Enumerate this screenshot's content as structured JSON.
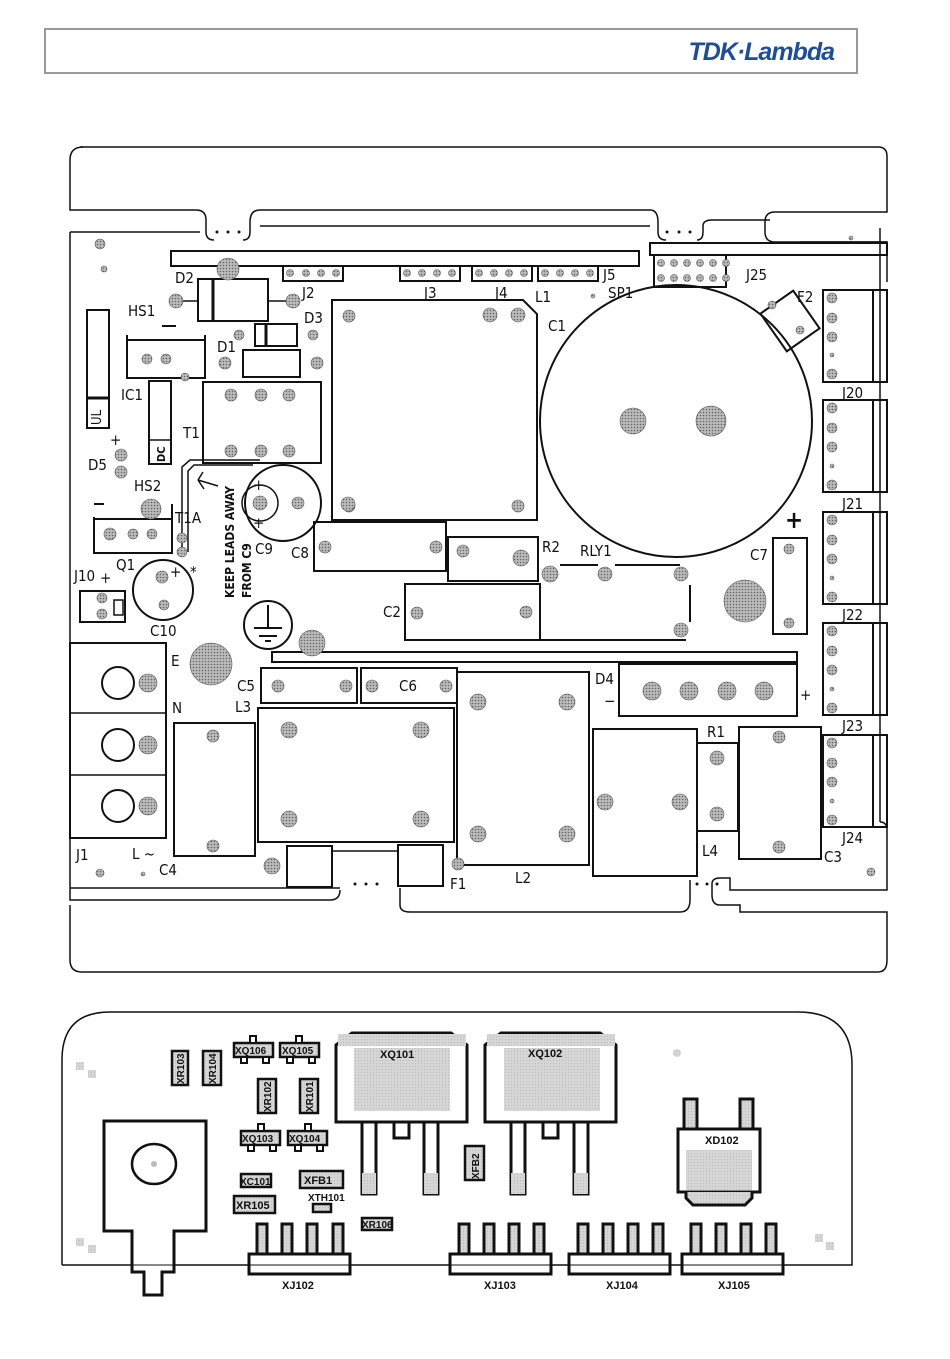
{
  "header": {
    "brand": "TDK·Lambda",
    "brand_color": "#1f4e96"
  },
  "top_board": {
    "connectors": {
      "J1": "J1",
      "J2": "J2",
      "J3": "J3",
      "J4": "J4",
      "J5": "J5",
      "J10": "J10",
      "J20": "J20",
      "J21": "J21",
      "J22": "J22",
      "J23": "J23",
      "J24": "J24",
      "J25": "J25"
    },
    "capacitors": {
      "C1": "C1",
      "C2": "C2",
      "C3": "C3",
      "C4": "C4",
      "C5": "C5",
      "C6": "C6",
      "C7": "C7",
      "C8": "C8",
      "C9": "C9",
      "C10": "C10"
    },
    "diodes": {
      "D1": "D1",
      "D2": "D2",
      "D3": "D3",
      "D4": "D4",
      "D5": "D5"
    },
    "inductors": {
      "L1": "L1",
      "L2": "L2",
      "L3": "L3",
      "L4": "L4"
    },
    "resistors": {
      "R1": "R1",
      "R2": "R2"
    },
    "misc": {
      "HS1": "HS1",
      "HS2": "HS2",
      "IC1": "IC1",
      "T1": "T1",
      "T1A": "T1A",
      "Q1": "Q1",
      "F1": "F1",
      "F2": "F2",
      "SP1": "SP1",
      "RLY1": "RLY1",
      "UL": "UL",
      "DC": "DC"
    },
    "terminal_labels": {
      "E": "E",
      "N": "N",
      "L": "L ~"
    },
    "polarity": {
      "plus": "+",
      "minus": "−",
      "star": "*"
    },
    "warning_text": {
      "line1": "KEEP LEADS AWAY",
      "line2": "FROM C9"
    }
  },
  "bottom_board": {
    "transistors": {
      "XQ101": "XQ101",
      "XQ102": "XQ102",
      "XQ103": "XQ103",
      "XQ104": "XQ104",
      "XQ105": "XQ105",
      "XQ106": "XQ106"
    },
    "resistors": {
      "XR101": "XR101",
      "XR102": "XR102",
      "XR103": "XR103",
      "XR104": "XR104",
      "XR105": "XR105",
      "XR106": "XR106"
    },
    "others": {
      "XC101": "XC101",
      "XFB1": "XFB1",
      "XFB2": "XFB2",
      "XTH101": "XTH101",
      "XD102": "XD102"
    },
    "connectors": {
      "XJ102": "XJ102",
      "XJ103": "XJ103",
      "XJ104": "XJ104",
      "XJ105": "XJ105"
    }
  }
}
